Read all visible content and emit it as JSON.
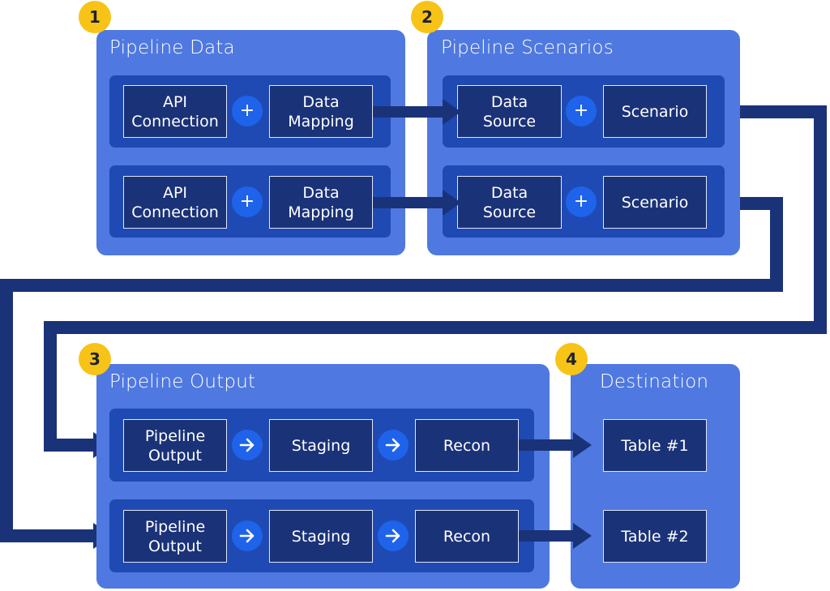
{
  "stages": {
    "data": {
      "number": "1",
      "title": "Pipeline Data"
    },
    "scenarios": {
      "number": "2",
      "title": "Pipeline Scenarios"
    },
    "output": {
      "number": "3",
      "title": "Pipeline Output"
    },
    "destination": {
      "number": "4",
      "title": "Destination"
    }
  },
  "data_rows": [
    {
      "left": [
        "API",
        "Connection"
      ],
      "op": "+",
      "right": [
        "Data",
        "Mapping"
      ]
    },
    {
      "left": [
        "API",
        "Connection"
      ],
      "op": "+",
      "right": [
        "Data",
        "Mapping"
      ]
    }
  ],
  "scenario_rows": [
    {
      "left": [
        "Data",
        "Source"
      ],
      "op": "+",
      "right": "Scenario"
    },
    {
      "left": [
        "Data",
        "Source"
      ],
      "op": "+",
      "right": "Scenario"
    }
  ],
  "output_rows": [
    {
      "a": [
        "Pipeline",
        "Output"
      ],
      "b": "Staging",
      "c": "Recon"
    },
    {
      "a": [
        "Pipeline",
        "Output"
      ],
      "b": "Staging",
      "c": "Recon"
    }
  ],
  "destination_tables": [
    "Table #1",
    "Table #2"
  ],
  "icons": {
    "plus": "plus-icon",
    "arrow": "arrow-right-icon"
  },
  "colors": {
    "panel": "#4f79e0",
    "strip": "#1f4ab4",
    "node": "#1a3278",
    "operator": "#1e63ea",
    "badge": "#f8c317",
    "connector": "#1a3278"
  }
}
